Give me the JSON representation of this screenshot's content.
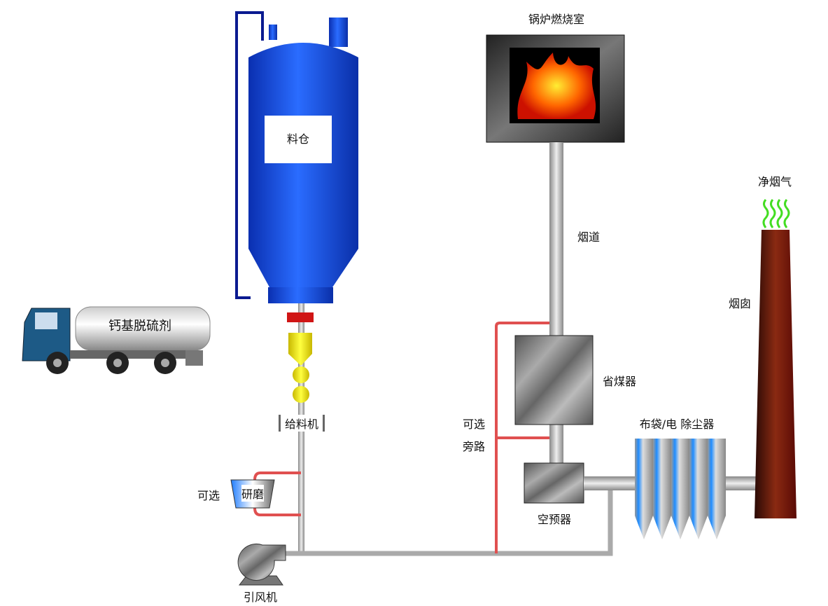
{
  "labels": {
    "silo": "料仓",
    "truck": "钙基脱硫剂",
    "feeder": "给料机",
    "mill_optional": "可选",
    "mill": "研磨",
    "fan": "引风机",
    "boiler": "锅炉燃烧室",
    "flue": "烟道",
    "economizer": "省煤器",
    "bypass_line1": "可选",
    "bypass_line2": "旁路",
    "air_preheater": "空预器",
    "dust_collector": "布袋/电 除尘器",
    "chimney": "烟囱",
    "clean_gas": "净烟气"
  },
  "colors": {
    "silo": "#1a4fe0",
    "bypass": "#e05050",
    "pipe": "#b0b0b0",
    "chimney": "#6a1a10",
    "smoke": "#44dd22"
  }
}
